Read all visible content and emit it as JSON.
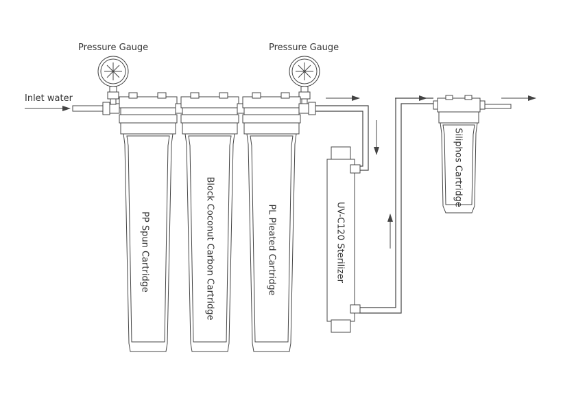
{
  "labels": {
    "gauge_left": "Pressure Gauge",
    "gauge_right": "Pressure Gauge",
    "inlet": "Inlet water",
    "pp_spun": "PP Spun Cartridge",
    "carbon": "Block Coconut Carbon Cartridge",
    "pleated": "PL Pleated Cartridge",
    "uv": "UV-C120 Sterilizer",
    "siliphos": "Siliphos Cartridge"
  },
  "colors": {
    "stroke": "#444444",
    "text": "#333333",
    "background": "#ffffff"
  }
}
